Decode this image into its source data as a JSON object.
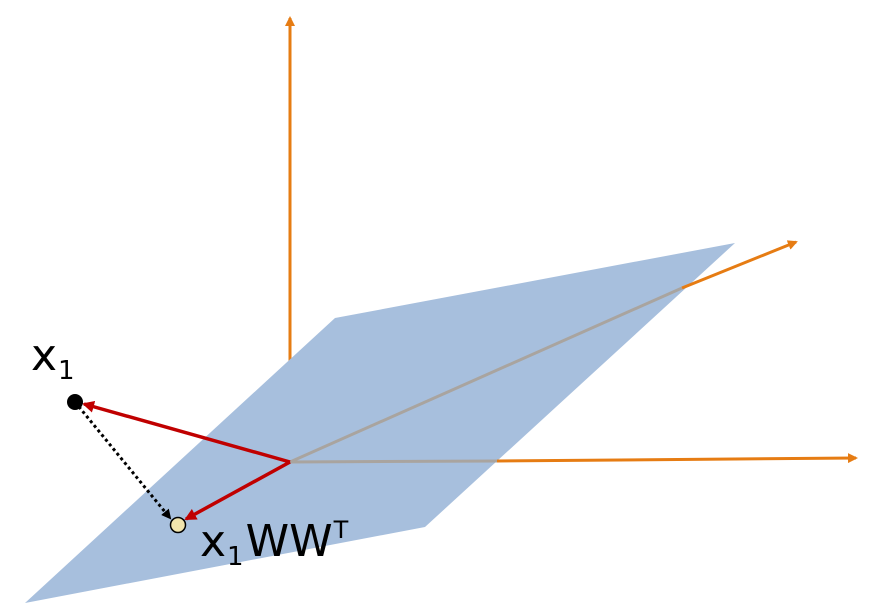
{
  "point": {
    "name": "x",
    "subscript": "1"
  },
  "projection": {
    "name": "x",
    "subscript": "1",
    "matrix": "WW",
    "superscript": "T"
  },
  "colors": {
    "plane": "#a7bfdd",
    "axis": "#e67c13",
    "axis_hidden": "#a9a49f",
    "vector": "#c00000",
    "point": "#000000",
    "projected_point": "#f1e4ad"
  }
}
